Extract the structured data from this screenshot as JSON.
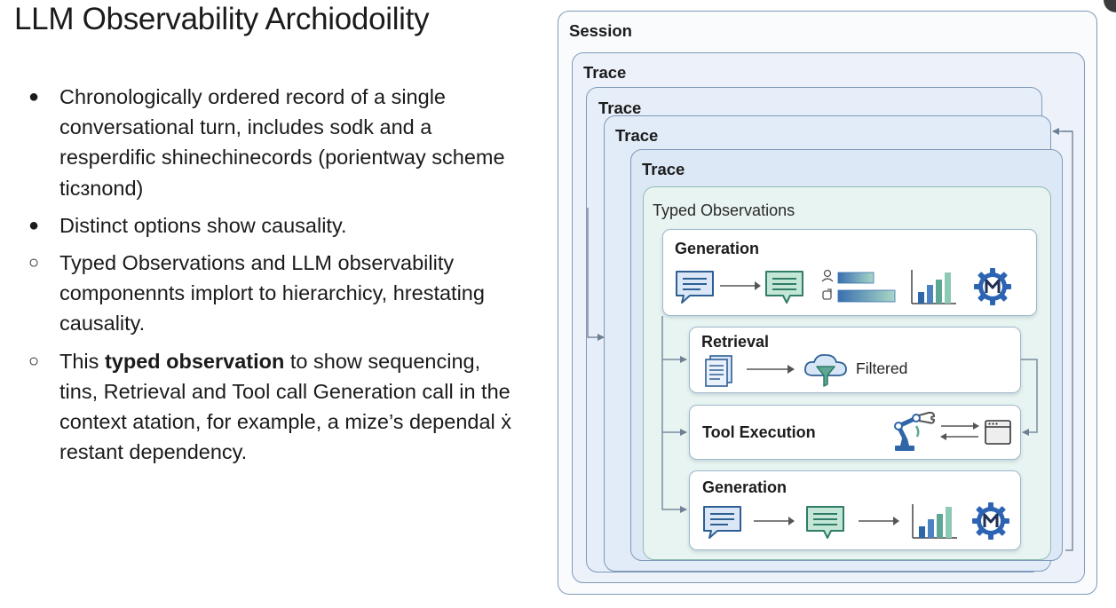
{
  "title": "LLM Observability Archiodoility",
  "bullets": [
    {
      "marker": "●",
      "text": "Chronologically ordered record of a single conversational turn, includes sodk and a resperdific shinechinecords (porientway scheme tic​ɜnond)"
    },
    {
      "marker": "●",
      "text": "Distinct options show causality."
    },
    {
      "marker": "○",
      "text": "Typed Observations and LLM observability componennts implort to hierarchicy, hrestating causality."
    },
    {
      "marker": "○",
      "before": "This ",
      "bold": "typed observation",
      "after": " to show sequencing, tins, Retrieval and Tool call Generation call in the context atation, for example, a mize’s dependal ẋ restant dependency."
    }
  ],
  "diagram": {
    "session_label": "Session",
    "trace_labels": [
      "Trace",
      "Trace",
      "Trace",
      "Trace"
    ],
    "typed_observations_label": "Typed Observations",
    "generation_top": {
      "title": "Generation",
      "icons": [
        "chat-bubble-icon",
        "chat-bubble-icon",
        "user-bars-icon",
        "bar-chart-icon",
        "gear-m-icon"
      ]
    },
    "retrieval": {
      "title": "Retrieval",
      "status": "Filtered",
      "icons": [
        "documents-icon",
        "cloud-filter-icon"
      ]
    },
    "tool_execution": {
      "title": "Tool Execution",
      "icons": [
        "robot-arm-icon",
        "window-icon"
      ]
    },
    "generation_bottom": {
      "title": "Generation",
      "icons": [
        "chat-bubble-icon",
        "chat-bubble-icon",
        "bar-chart-icon",
        "gear-m-icon"
      ]
    },
    "colors": {
      "blue_fill": "#dbe7f6",
      "blue_stroke": "#2d5f94",
      "green_fill": "#c3e6d6",
      "green_stroke": "#2f7d67",
      "gear_fill": "#2c64b3",
      "robot": "#2f66a8"
    }
  }
}
